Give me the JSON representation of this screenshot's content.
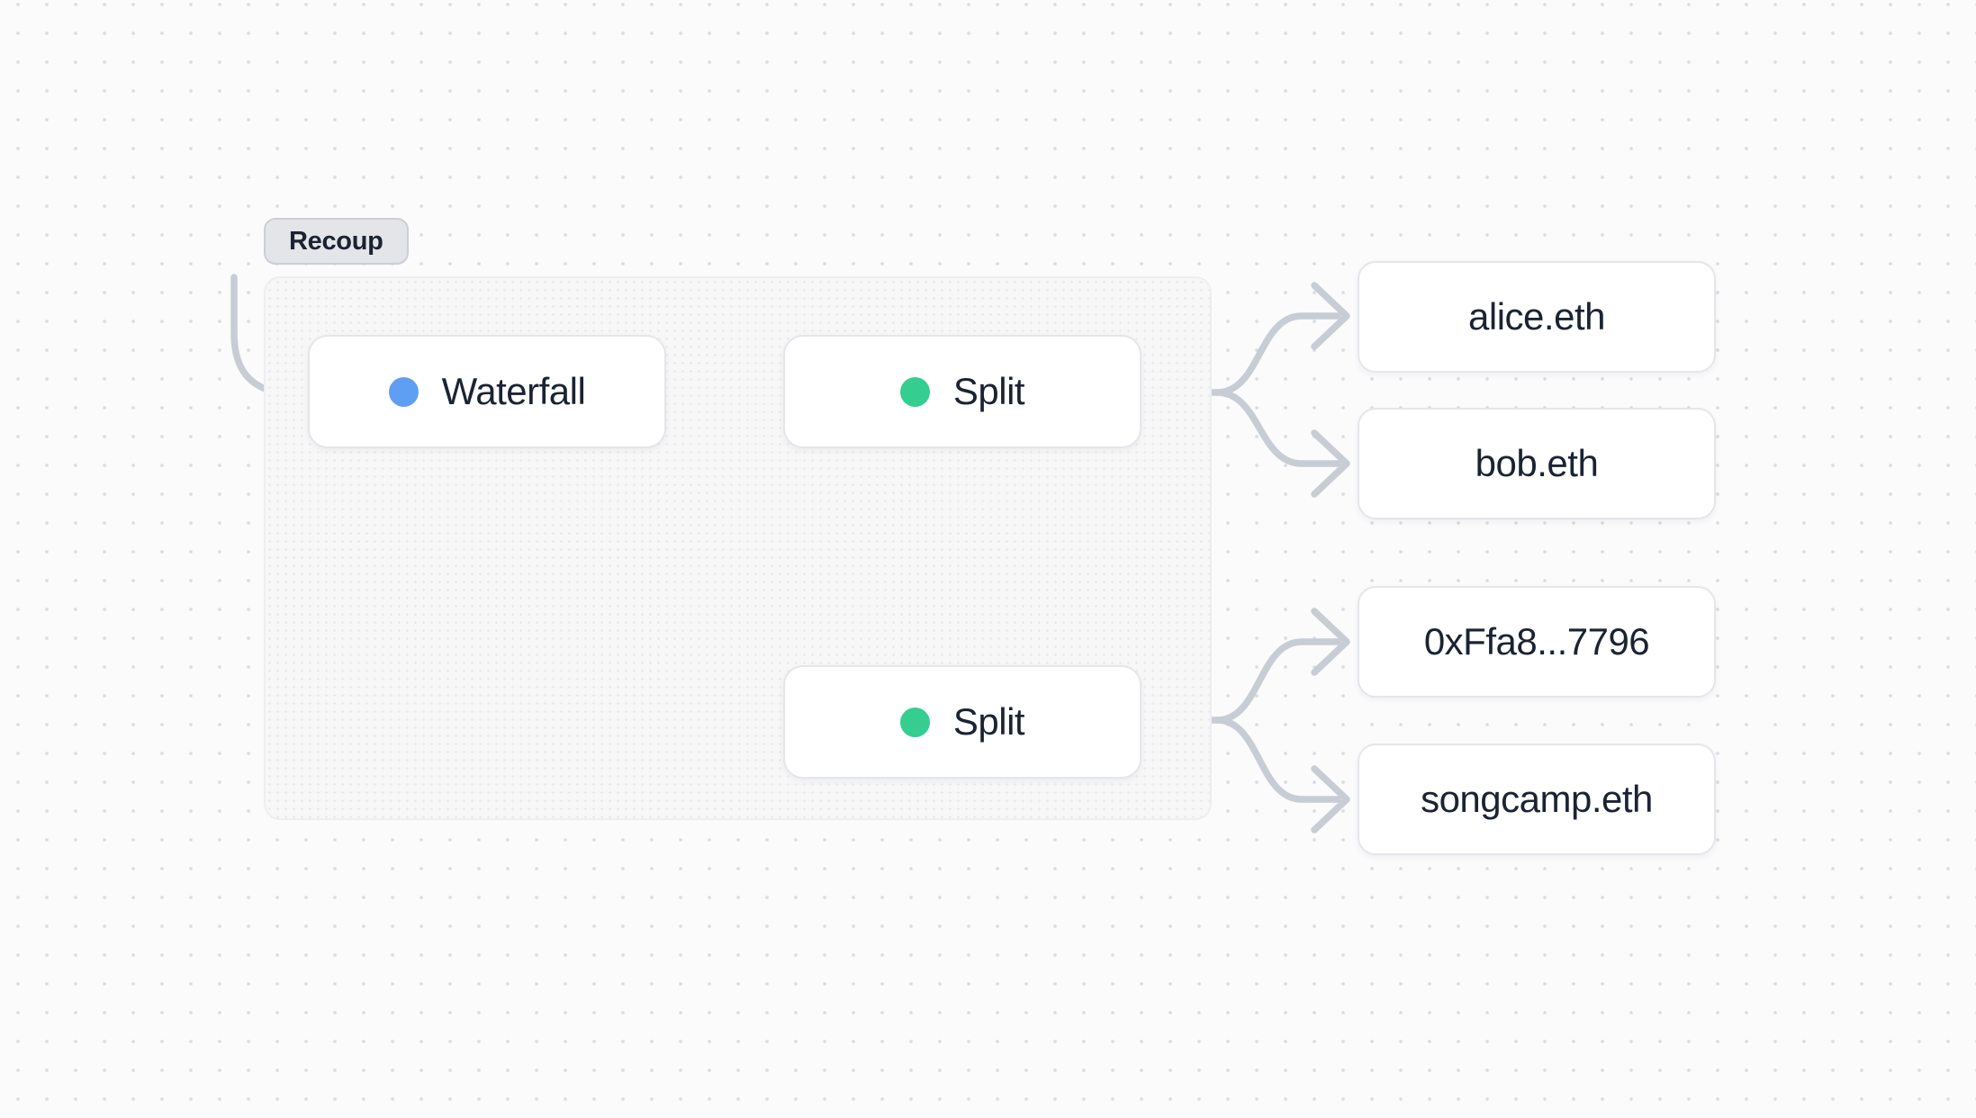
{
  "diagram": {
    "group": {
      "label": "Recoup"
    },
    "nodes": [
      {
        "id": "waterfall",
        "label": "Waterfall",
        "type": "waterfall",
        "dot_color": "#5F9FF3"
      },
      {
        "id": "split-top",
        "label": "Split",
        "type": "split",
        "dot_color": "#35CD90"
      },
      {
        "id": "split-bottom",
        "label": "Split",
        "type": "split",
        "dot_color": "#35CD90"
      }
    ],
    "recipients": [
      {
        "label": "alice.eth"
      },
      {
        "label": "bob.eth"
      },
      {
        "label": "0xFfa8...7796"
      },
      {
        "label": "songcamp.eth"
      }
    ],
    "colors": {
      "edge": "#C8CCD5",
      "waterfall_dot": "#5F9FF3",
      "split_dot": "#35CD90",
      "node_text": "#1B2333",
      "node_bg": "#FFFFFF",
      "node_border": "#E4E6EA",
      "group_bg": "#F7F7F8",
      "group_tab_bg": "#E4E5E8",
      "canvas_bg": "#FBFBFC",
      "canvas_dot": "#DBDCE0"
    }
  }
}
